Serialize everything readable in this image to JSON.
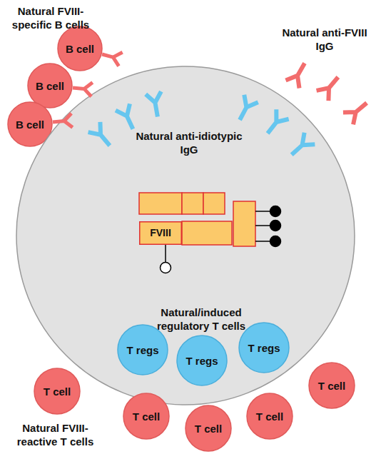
{
  "diagram": {
    "nodes": [
      {
        "text": [
          "B cell"
        ]
      },
      {
        "text": [
          "B cell"
        ]
      },
      {
        "text": [
          "B cell"
        ]
      },
      {
        "text": [
          "Natural anti-idiotypic IgG",
          "Natural/induced regulatory T cells"
        ]
      },
      {
        "text": [
          "FVIII"
        ],
        "in": 3
      },
      {
        "text": [
          "T regs"
        ],
        "in": 3
      },
      {
        "text": [
          "T regs"
        ],
        "in": 3
      },
      {
        "text": [
          "T regs"
        ],
        "in": 3
      },
      {
        "text": [
          "T cell"
        ]
      },
      {
        "text": [
          "T cell"
        ]
      },
      {
        "text": [
          "T cell"
        ]
      },
      {
        "text": [
          "T cell"
        ]
      },
      {
        "text": [
          "T cell"
        ]
      }
    ],
    "labels": [
      "Natural FVIII-specific B cells",
      "Natural anti-FVIII IgG",
      "Natural FVIII-reactive T cells"
    ]
  }
}
